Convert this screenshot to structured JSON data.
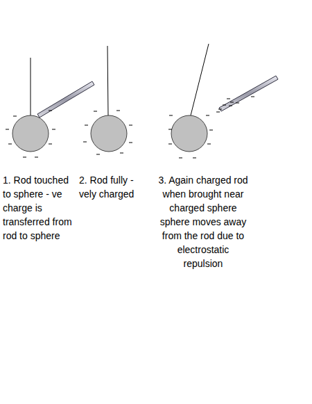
{
  "diagram": {
    "labels": [
      "1. Rod touched to sphere - ve charge is transferred from rod to sphere",
      "2. Rod fully - vely charged",
      "3. Again charged rod when brought near charged sphere sphere moves away from the rod due to electrostatic repulsion"
    ]
  }
}
